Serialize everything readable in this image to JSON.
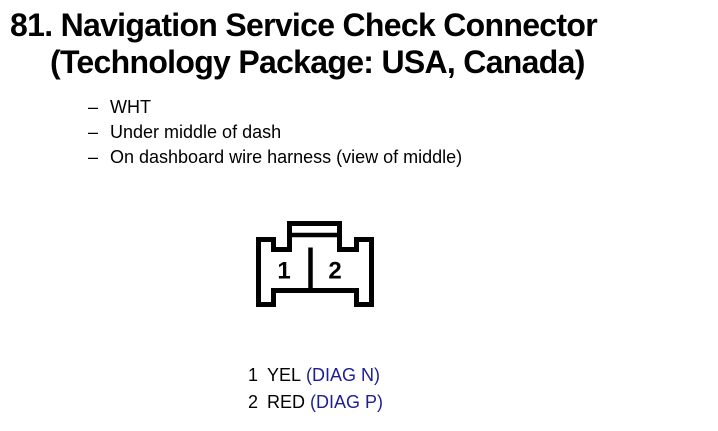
{
  "title": {
    "line1": "81. Navigation Service Check Connector",
    "line2": "(Technology Package: USA, Canada)"
  },
  "notes": {
    "marker": "–",
    "items": [
      "WHT",
      "Under middle of dash",
      "On dashboard wire harness (view of middle)"
    ]
  },
  "connector": {
    "description": "2-pin connector front view with top locking tab",
    "pins": [
      {
        "number": "1"
      },
      {
        "number": "2"
      }
    ]
  },
  "legend": {
    "entries": [
      {
        "pin": "1",
        "wire_color": "YEL",
        "signal": "(DIAG N)"
      },
      {
        "pin": "2",
        "wire_color": "RED",
        "signal": "(DIAG P)"
      }
    ]
  },
  "colors": {
    "background": "#ffffff",
    "text": "#000000",
    "signal_blue": "#1e1e96",
    "diagram_stroke": "#000000"
  }
}
